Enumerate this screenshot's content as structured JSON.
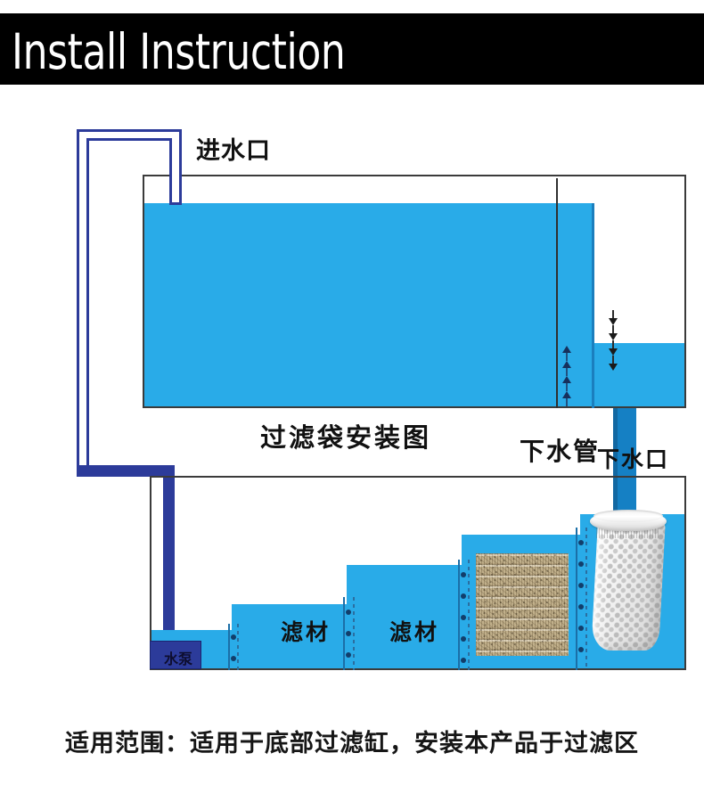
{
  "header": {
    "title": "Install Instruction",
    "background_color": "#000000",
    "text_color": "#ffffff"
  },
  "colors": {
    "water": "#29abe8",
    "pump_pipe_navy": "#2c3b9a",
    "drain_pipe_blue": "#1580c4",
    "tank_outline": "#3b3b3b",
    "filter_media_tan": "#cdbb94",
    "filter_bag_white": "#f2f2f2",
    "baffle_line": "#1b6fa8"
  },
  "diagram": {
    "title_label": "过滤袋安装图",
    "labels": {
      "water_inlet": "进水口",
      "drain_outlet": "下水口",
      "drain_pipe": "下水管",
      "water_pump": "水泵",
      "filter_media_1": "滤材",
      "filter_media_2": "滤材"
    },
    "upper_tank": {
      "name": "display-tank",
      "water_level": "high",
      "overflow_chamber_level": "low",
      "flow_up_arrow_count": 4,
      "flow_down_arrow_count": 4
    },
    "lower_sump": {
      "name": "bottom-filter-sump",
      "chamber_count": 5,
      "chamber_water_heights": [
        43,
        72,
        116,
        150,
        173
      ],
      "baffle_count": 4,
      "baffle_style": "perforated-dashed-with-holes"
    },
    "components": {
      "filter_bag": "filter-sock-mesh-bag",
      "filter_pads": "stacked-filter-wool-pads",
      "pump": "submersible-water-pump"
    }
  },
  "caption": {
    "text": "适用范围：适用于底部过滤缸，安装本产品于过滤区"
  }
}
